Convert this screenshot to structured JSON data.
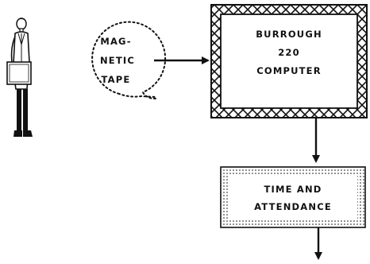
{
  "tape": {
    "lines": [
      "MAG-",
      "NETIC",
      "TAPE"
    ]
  },
  "computer": {
    "lines": [
      "BURROUGH",
      "220",
      "COMPUTER"
    ]
  },
  "output": {
    "lines": [
      "TIME AND",
      "ATTENDANCE"
    ]
  },
  "colors": {
    "ink": "#111111",
    "paper": "#ffffff"
  }
}
